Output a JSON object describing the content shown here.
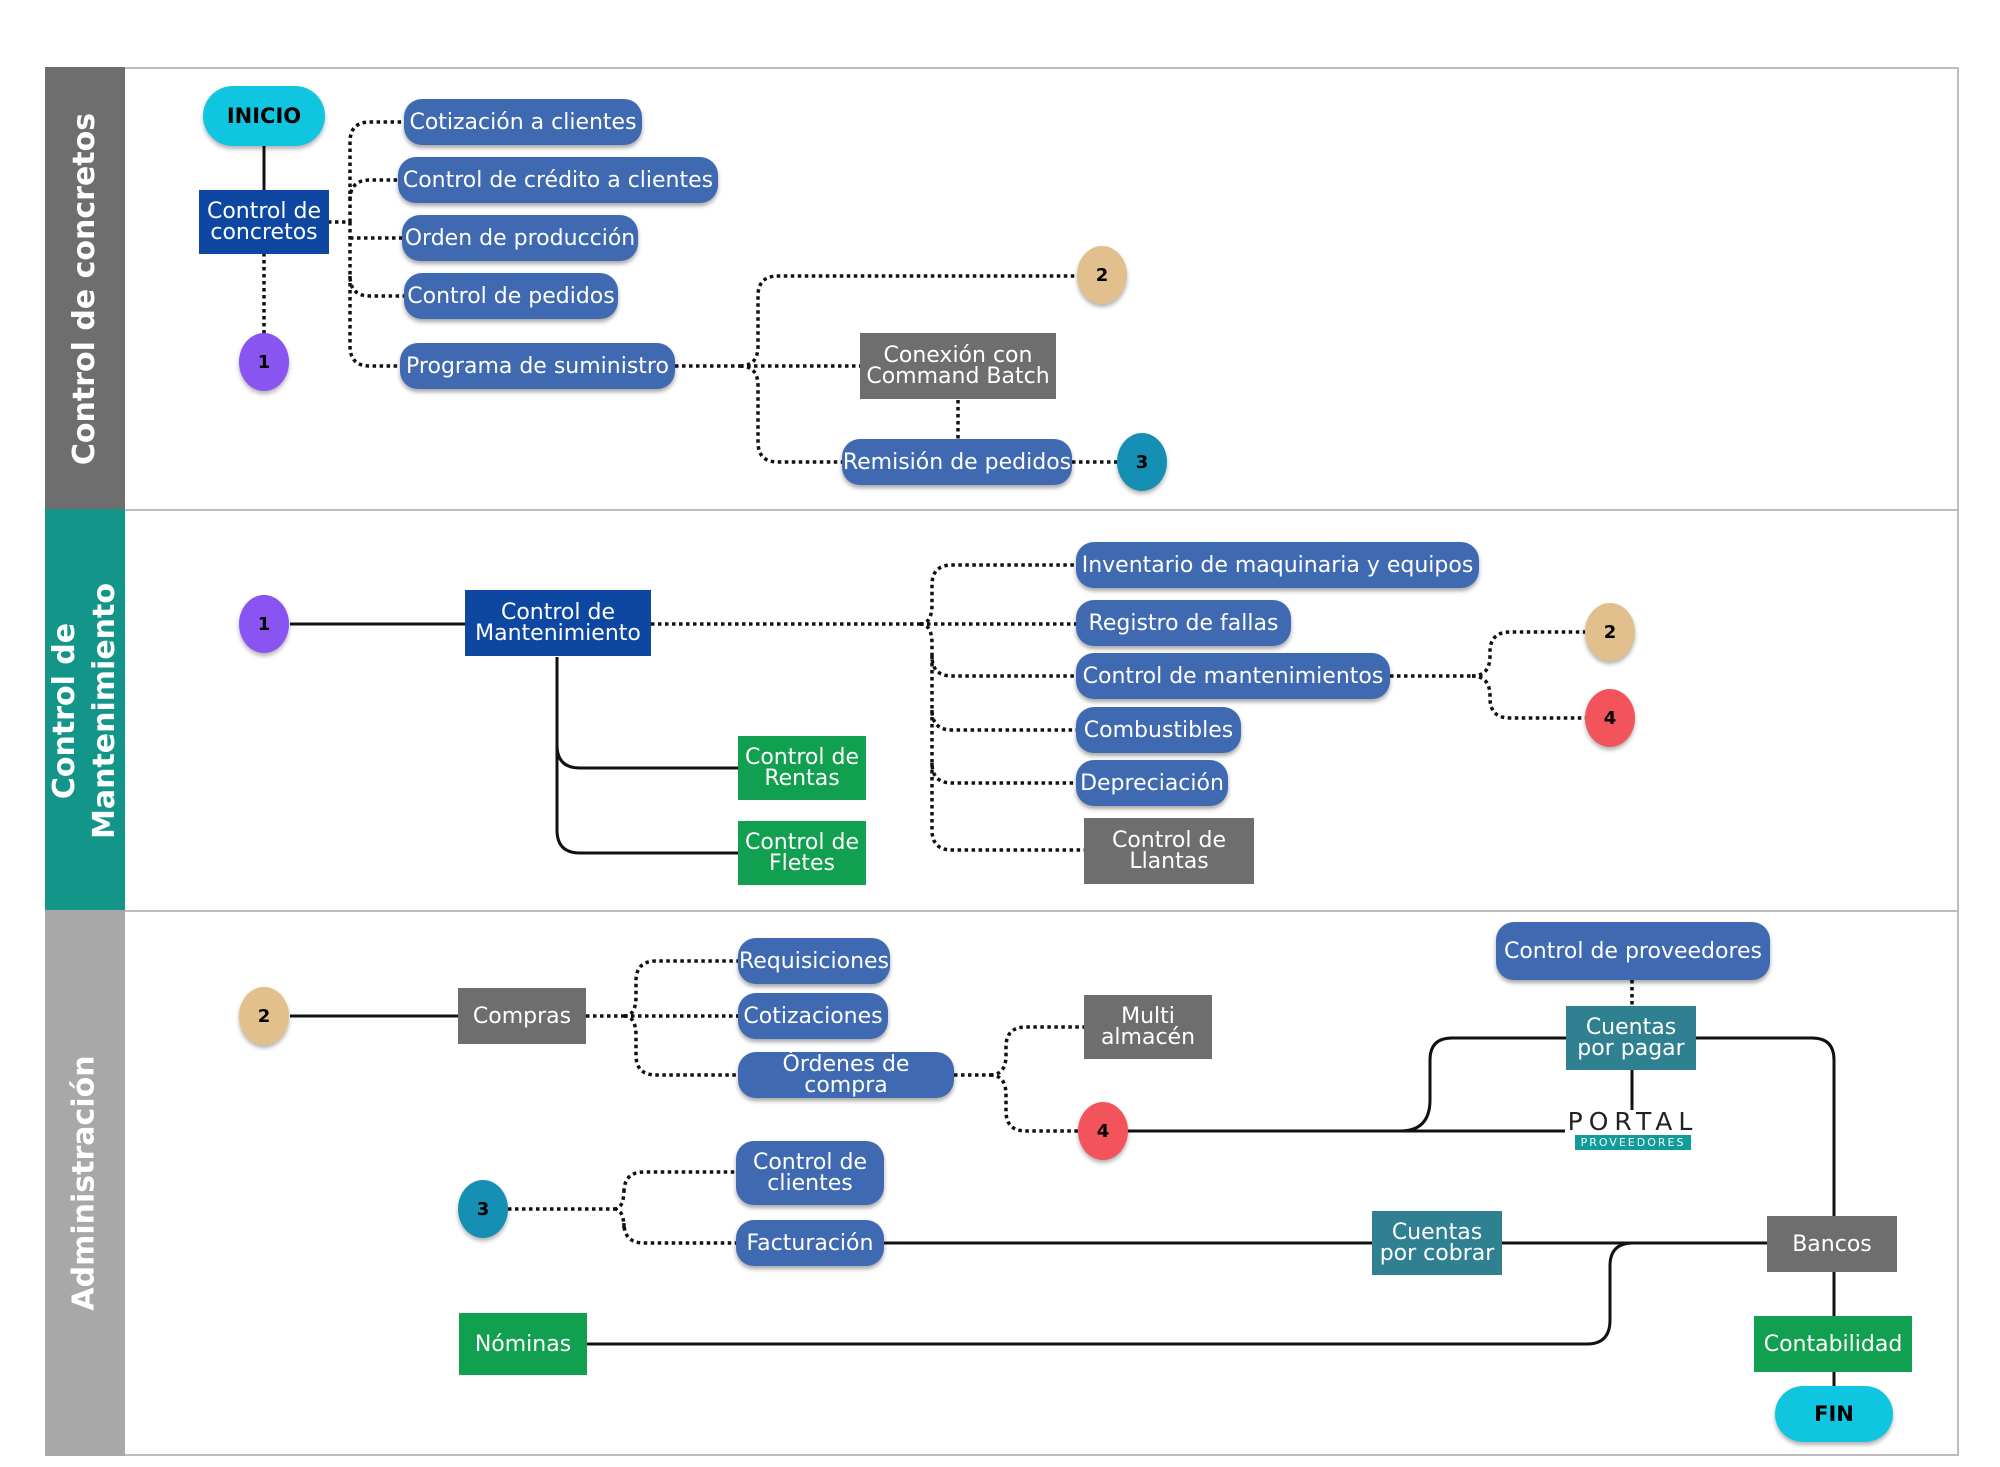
{
  "lanes": [
    {
      "id": "concretos",
      "label": "Control de concretos",
      "color": "#6e6e6e"
    },
    {
      "id": "mantenimiento",
      "label": "Control de\nMantenimiento",
      "color": "#14958a"
    },
    {
      "id": "administracion",
      "label": "Administración",
      "color": "#a8a8a8"
    }
  ],
  "nodes": {
    "inicio": "INICIO",
    "fin": "FIN",
    "control_concretos": "Control de\nconcretos",
    "cotizacion_clientes": "Cotización a clientes",
    "control_credito": "Control de crédito a clientes",
    "orden_produccion": "Orden de producción",
    "control_pedidos": "Control de pedidos",
    "programa_suministro": "Programa de suministro",
    "conexion_command_batch": "Conexión con\nCommand Batch",
    "remision_pedidos": "Remisión de pedidos",
    "control_mantenimiento": "Control de\nMantenimiento",
    "inventario_maquinaria": "Inventario de maquinaria y equipos",
    "registro_fallas": "Registro de fallas",
    "control_mantenimientos": "Control de mantenimientos",
    "combustibles": "Combustibles",
    "depreciacion": "Depreciación",
    "control_llantas": "Control de\nLlantas",
    "control_rentas": "Control de\nRentas",
    "control_fletes": "Control de\nFletes",
    "compras": "Compras",
    "requisiciones": "Requisiciones",
    "cotizaciones": "Cotizaciones",
    "ordenes_compra": "Órdenes de compra",
    "multi_almacen": "Multi\nalmacén",
    "control_proveedores": "Control de proveedores",
    "cuentas_pagar": "Cuentas\npor pagar",
    "portal_word": "PORTAL",
    "portal_sub": "PROVEEDORES",
    "control_clientes": "Control de\nclientes",
    "facturacion": "Facturación",
    "cuentas_cobrar": "Cuentas\npor cobrar",
    "bancos": "Bancos",
    "nominas": "Nóminas",
    "contabilidad": "Contabilidad"
  },
  "connectors": {
    "one": "1",
    "two": "2",
    "three": "3",
    "four": "4"
  },
  "colors": {
    "pill": "#3f69b1",
    "dark_blue": "#0d47a1",
    "gray": "#6e6e6e",
    "green": "#10a04f",
    "teal": "#2f8192",
    "terminal": "#10c5e0",
    "connector_1": "#8a54f2",
    "connector_2": "#e2c08d",
    "connector_3": "#1590b4",
    "connector_4": "#f3535a"
  }
}
